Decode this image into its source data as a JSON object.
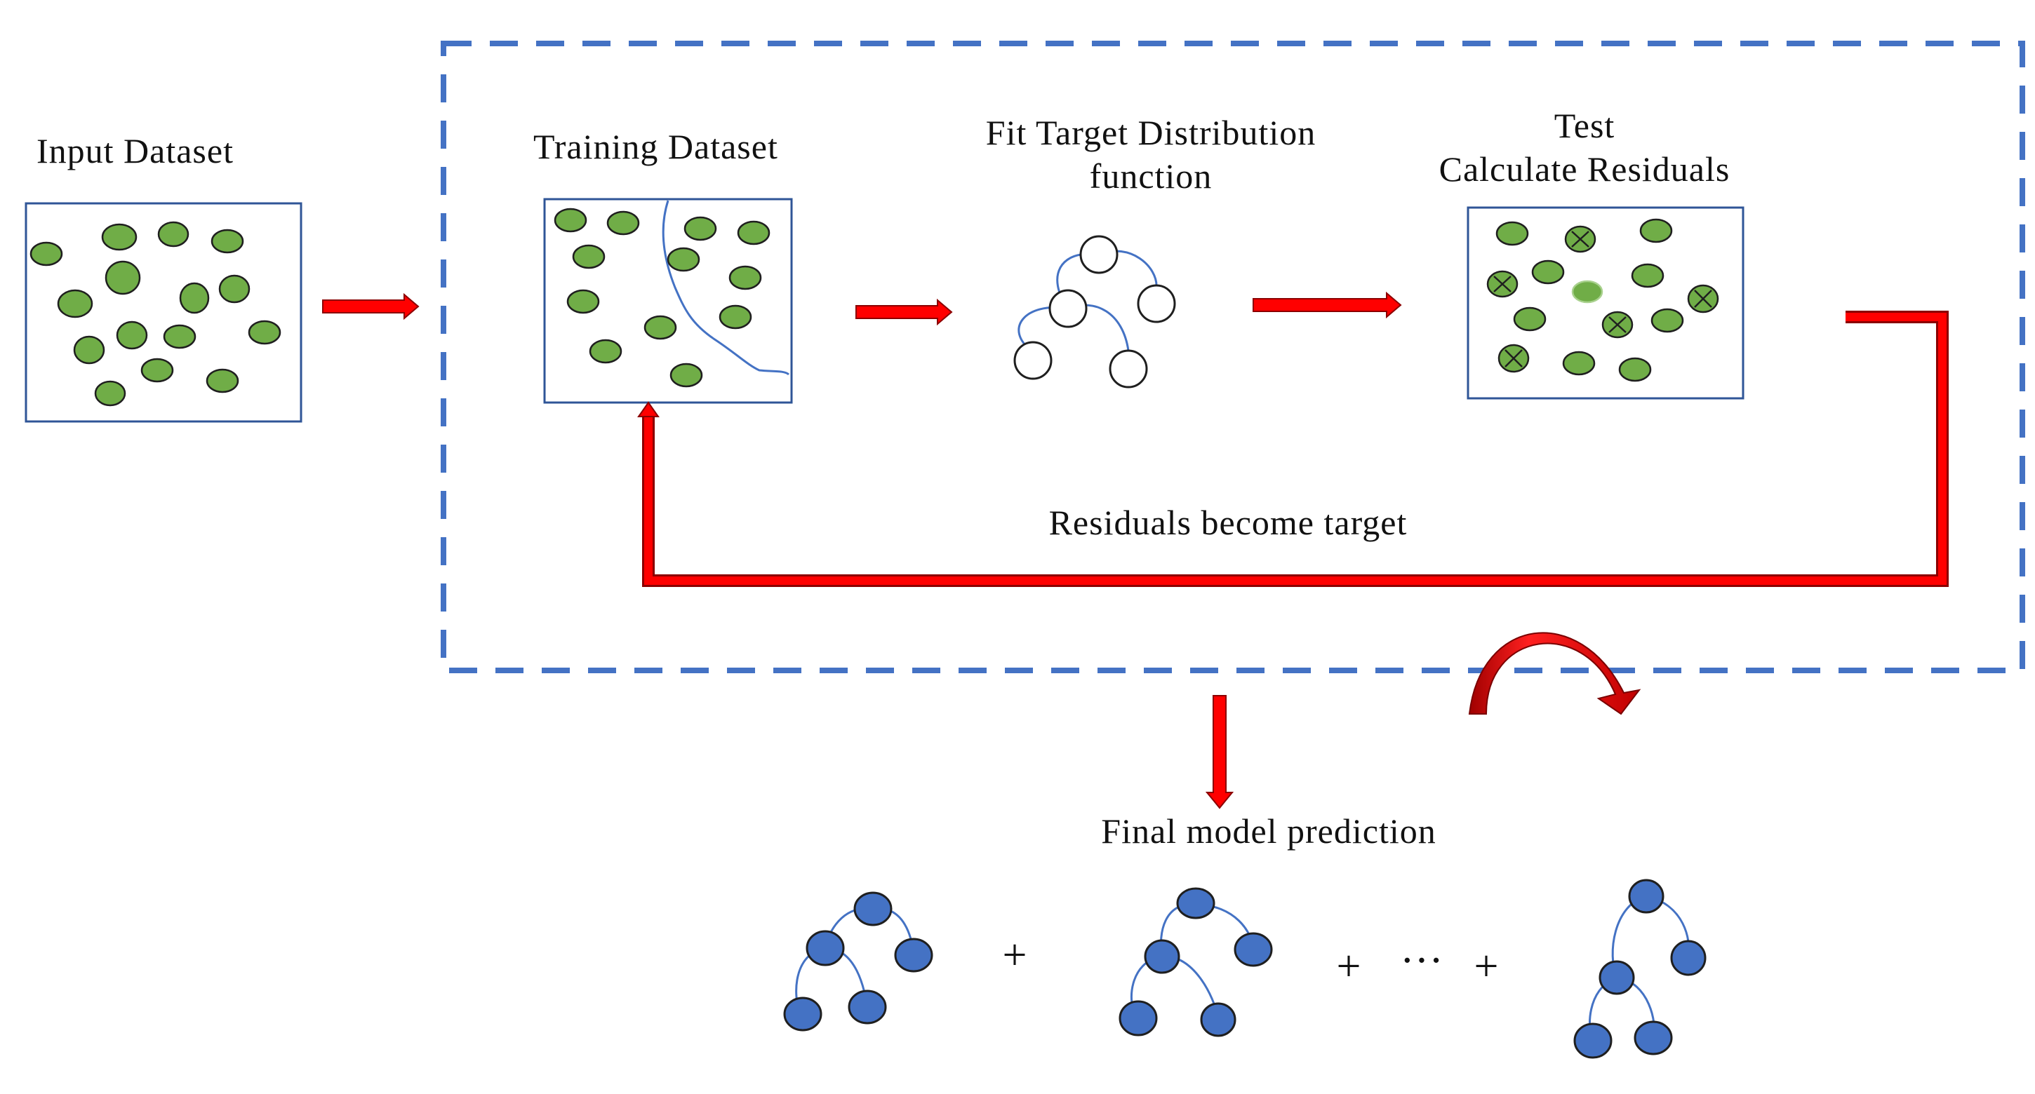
{
  "labels": {
    "input_dataset": "Input Dataset",
    "training_dataset": "Training Dataset",
    "fit_line1": "Fit Target Distribution",
    "fit_line2": "function",
    "test_line1": "Test",
    "test_line2": "Calculate Residuals",
    "residuals_become_target": "Residuals become target",
    "final_model_prediction": "Final model prediction"
  },
  "operators": {
    "plus_1": "+",
    "plus_2": "+",
    "ellipsis": "···",
    "plus_3": "+"
  },
  "colors": {
    "data_point": "#70ad47",
    "tree_node": "#4472c4",
    "arrow": "#ff0000",
    "loop_border": "#4472c4",
    "box_border": "#2f5597"
  },
  "icons": {
    "misclassified_point": "x-circle-icon",
    "iteration": "curved-arrow-icon"
  }
}
